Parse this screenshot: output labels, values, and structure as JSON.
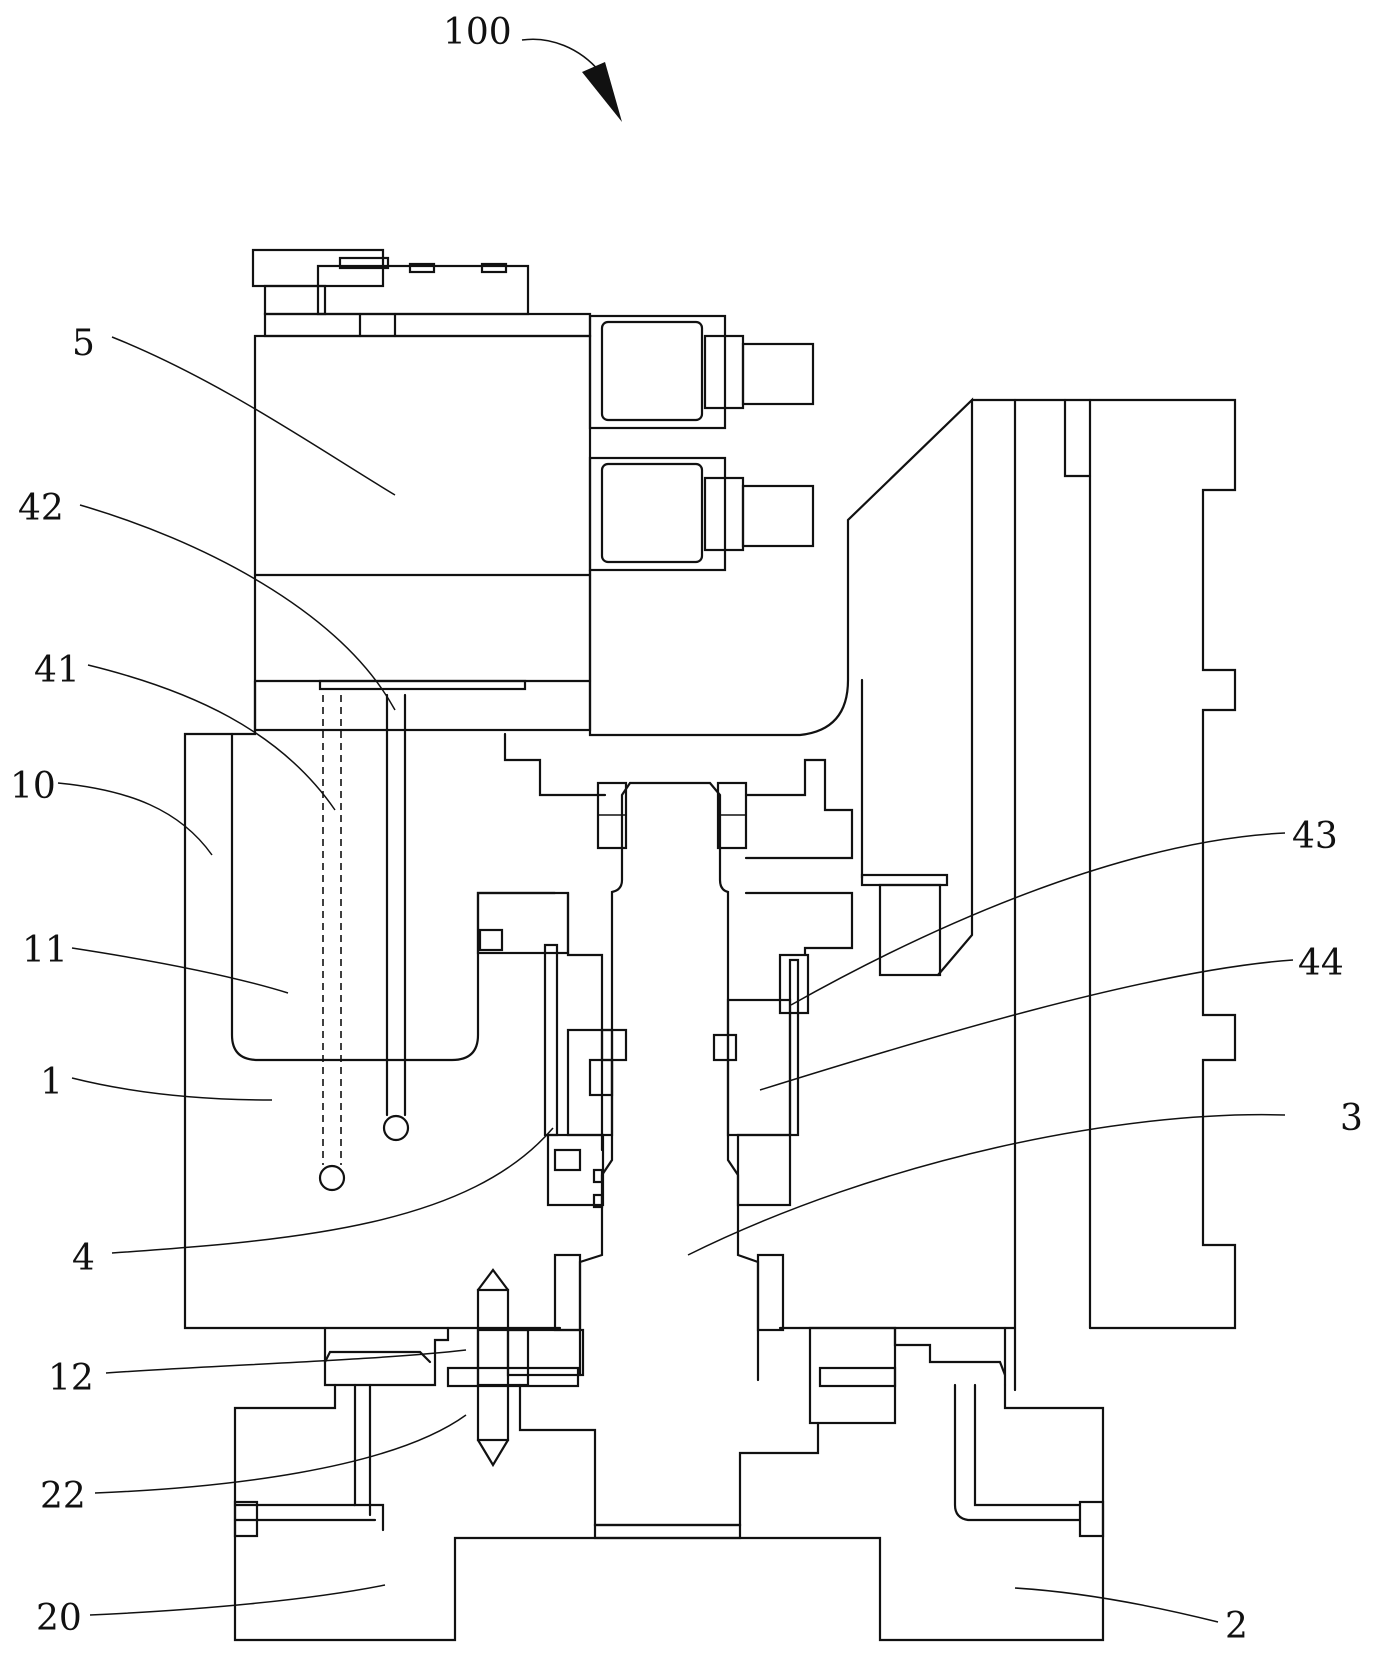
{
  "figure": {
    "assembly_label": "100",
    "labels": {
      "l5": "5",
      "l42": "42",
      "l41": "41",
      "l10": "10",
      "l11": "11",
      "l1": "1",
      "l4": "4",
      "l12": "12",
      "l22": "22",
      "l20": "20",
      "l43": "43",
      "l44": "44",
      "l3": "3",
      "l2": "2"
    }
  }
}
